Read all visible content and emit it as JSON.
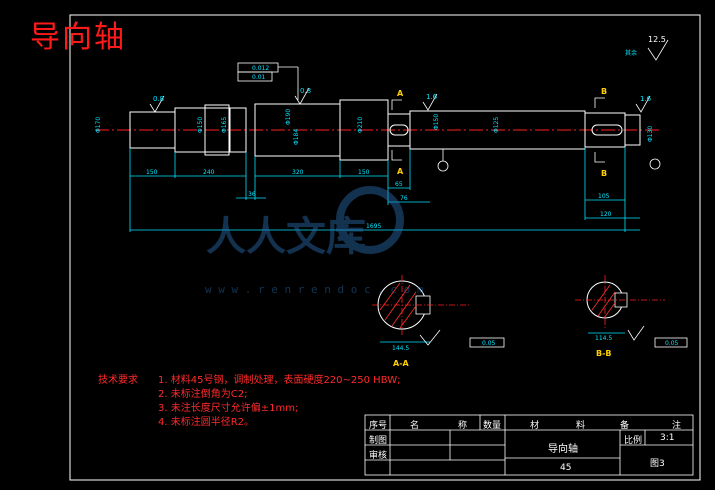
{
  "title": "导向轴",
  "roughness": {
    "corner_label": "其余",
    "corner_value": "12.5",
    "left_value": "0.8",
    "mid_value": "0.8",
    "keyA_value": "1.6",
    "right_value": "1.6"
  },
  "tolerance_frames": [
    "0.012",
    "0.01"
  ],
  "section_marks": {
    "a": "A",
    "b": "B"
  },
  "diameters": [
    "Φ170",
    "Φ150",
    "Φ165",
    "Φ190",
    "Φ184",
    "Φ210",
    "Φ150",
    "Φ125",
    "Φ130"
  ],
  "lengths": {
    "l1": "150",
    "l2": "240",
    "l3": "36",
    "l4": "320",
    "l5": "150",
    "l6": "65",
    "l7": "76",
    "l8": "105",
    "l9": "120",
    "total": "1695"
  },
  "sections": {
    "aa_label": "A-A",
    "aa_width": "144.5",
    "aa_tol": "0.05",
    "bb_label": "B-B",
    "bb_width": "114.5",
    "bb_tol": "0.05"
  },
  "watermark": {
    "text": "人人文库",
    "url": "w w w . r e n r e n d o c . c o m"
  },
  "notes": {
    "heading": "技术要求",
    "items": [
      "1. 材料45号钢，调制处理，表面硬度220~250 HBW;",
      "2. 未标注倒角为C2;",
      "3. 未注长度尺寸允许偏±1mm;",
      "4. 未标注圆半径R2。"
    ]
  },
  "title_block": {
    "col_seq": "序号",
    "col_name": "名",
    "col_name2": "称",
    "col_qty": "数量",
    "col_mat": "材",
    "col_mat2": "料",
    "col_remark": "备",
    "col_remark2": "注",
    "drawn": "制图",
    "checked": "审核",
    "part_name": "导向轴",
    "scale_label": "比例",
    "scale": "3:1",
    "material": "45",
    "drawing_no": "图3"
  },
  "colors": {
    "outline": "#ffffff",
    "dimension": "#00e5ff",
    "center": "#ff2020",
    "text_red": "#ff1a1a",
    "highlight": "#ff4444"
  }
}
